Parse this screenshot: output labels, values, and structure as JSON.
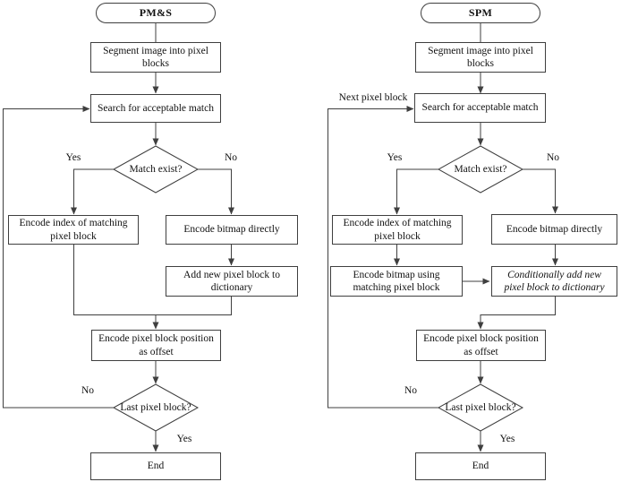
{
  "colors": {
    "line": "#3f3f3f",
    "text": "#111111",
    "background": "#ffffff"
  },
  "pms": {
    "title": "PM&S",
    "nodes": {
      "segment": "Segment image into pixel blocks",
      "search": "Search for acceptable match",
      "match_decision": "Match exist?",
      "encode_index": "Encode index of matching pixel block",
      "encode_bitmap": "Encode bitmap directly",
      "add_dictionary": "Add new pixel block to dictionary",
      "encode_offset": "Encode pixel block position as offset",
      "last_decision": "Last pixel block?",
      "end": "End"
    },
    "edge_labels": {
      "match_yes": "Yes",
      "match_no": "No",
      "last_no": "No",
      "last_yes": "Yes"
    }
  },
  "spm": {
    "title": "SPM",
    "nodes": {
      "segment": "Segment image into pixel blocks",
      "search": "Search for acceptable match",
      "match_decision": "Match exist?",
      "encode_index": "Encode index of matching pixel block",
      "encode_bitmap": "Encode bitmap directly",
      "encode_bitmap_matching": "Encode bitmap using matching pixel block",
      "conditional_dictionary": "Conditionally add new pixel block to dictionary",
      "encode_offset": "Encode pixel block position as offset",
      "last_decision": "Last pixel block?",
      "end": "End"
    },
    "edge_labels": {
      "next_block": "Next pixel block",
      "match_yes": "Yes",
      "match_no": "No",
      "last_no": "No",
      "last_yes": "Yes"
    }
  }
}
